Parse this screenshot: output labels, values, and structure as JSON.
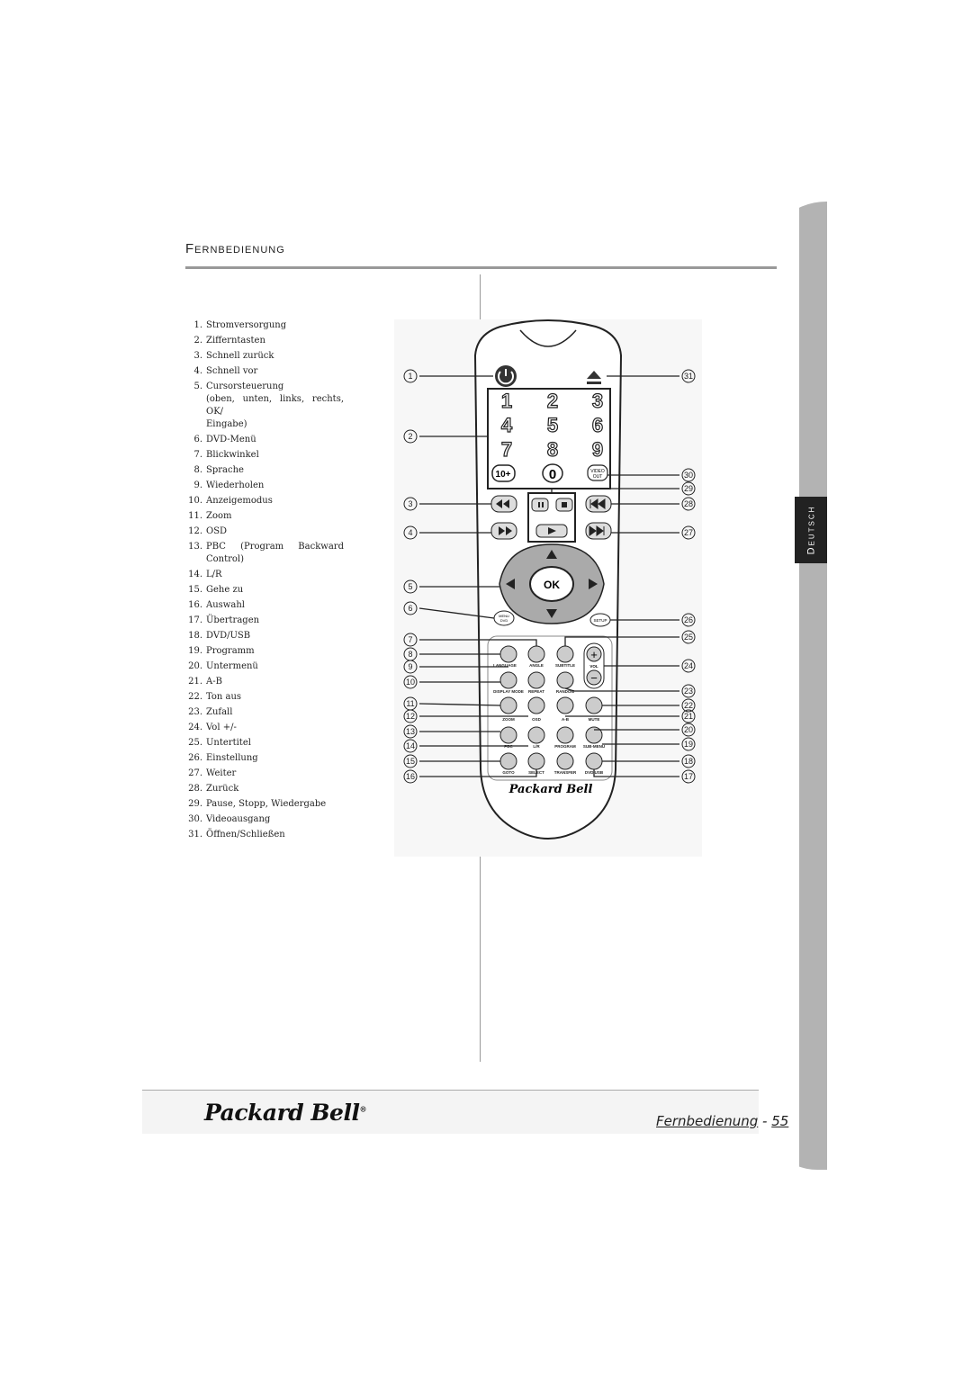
{
  "section_title": "Fernbedienung",
  "side_tab_label": "Deutsch",
  "legend": [
    {
      "num": "1.",
      "text": "Stromversorgung"
    },
    {
      "num": "2.",
      "text": "Zifferntasten"
    },
    {
      "num": "3.",
      "text": "Schnell zurück"
    },
    {
      "num": "4.",
      "text": "Schnell vor"
    },
    {
      "num": "5.",
      "text": "Cursorsteuerung",
      "line2": "(oben, unten, links, rechts, OK/",
      "line3": "Eingabe)"
    },
    {
      "num": "6.",
      "text": "DVD-Menü"
    },
    {
      "num": "7.",
      "text": "Blickwinkel"
    },
    {
      "num": "8.",
      "text": "Sprache"
    },
    {
      "num": "9.",
      "text": "Wiederholen"
    },
    {
      "num": "10.",
      "text": "Anzeigemodus"
    },
    {
      "num": "11.",
      "text": "Zoom"
    },
    {
      "num": "12.",
      "text": "OSD"
    },
    {
      "num": "13.",
      "text_a": "PBC",
      "text_b": "(Program",
      "text_c": "Backward",
      "line2": "Control)"
    },
    {
      "num": "14.",
      "text": "L/R"
    },
    {
      "num": "15.",
      "text": "Gehe zu"
    },
    {
      "num": "16.",
      "text": "Auswahl"
    },
    {
      "num": "17.",
      "text": "Übertragen"
    },
    {
      "num": "18.",
      "text": "DVD/USB"
    },
    {
      "num": "19.",
      "text": "Programm"
    },
    {
      "num": "20.",
      "text": "Untermenü"
    },
    {
      "num": "21.",
      "text": "A-B"
    },
    {
      "num": "22.",
      "text": "Ton aus"
    },
    {
      "num": "23.",
      "text": "Zufall"
    },
    {
      "num": "24.",
      "text": "Vol +/-"
    },
    {
      "num": "25.",
      "text": "Untertitel"
    },
    {
      "num": "26.",
      "text": "Einstellung"
    },
    {
      "num": "27.",
      "text": "Weiter"
    },
    {
      "num": "28.",
      "text": "Zurück"
    },
    {
      "num": "29.",
      "text": "Pause, Stopp, Wiedergabe"
    },
    {
      "num": "30.",
      "text": "Videoausgang"
    },
    {
      "num": "31.",
      "text": "Öffnen/Schließen"
    }
  ],
  "remote": {
    "digits": [
      "1",
      "2",
      "3",
      "4",
      "5",
      "6",
      "7",
      "8",
      "9",
      "10+",
      "0"
    ],
    "video_out": [
      "VIDEO",
      "OUT"
    ],
    "ok": "OK",
    "menu_dvd": [
      "MENU",
      "DVD"
    ],
    "setup": "SETUP",
    "vol": "VOL",
    "plus": "+",
    "minus": "−",
    "row_labels": [
      [
        "LANGUAGE",
        "ANGLE",
        "SUBTITLE"
      ],
      [
        "DISPLAY MODE",
        "REPEAT",
        "RANDOM"
      ],
      [
        "ZOOM",
        "OSD",
        "A-B",
        "MUTE"
      ],
      [
        "PBC",
        "L/R",
        "PROGRAM",
        "SUB-MENU"
      ],
      [
        "GOTO",
        "SELECT",
        "TRANSFER",
        "DVD/USB"
      ]
    ],
    "brand": "Packard Bell",
    "callouts_left": [
      "1",
      "2",
      "3",
      "4",
      "5",
      "6",
      "7",
      "8",
      "9",
      "10",
      "11",
      "12",
      "13",
      "14",
      "15",
      "16"
    ],
    "callouts_right": [
      "31",
      "30",
      "29",
      "28",
      "27",
      "26",
      "25",
      "24",
      "23",
      "22",
      "21",
      "20",
      "19",
      "18",
      "17"
    ]
  },
  "footer": {
    "logo": "Packard Bell",
    "page_label": "Fernbedienung",
    "page_sep": " - ",
    "page_number": "55"
  }
}
